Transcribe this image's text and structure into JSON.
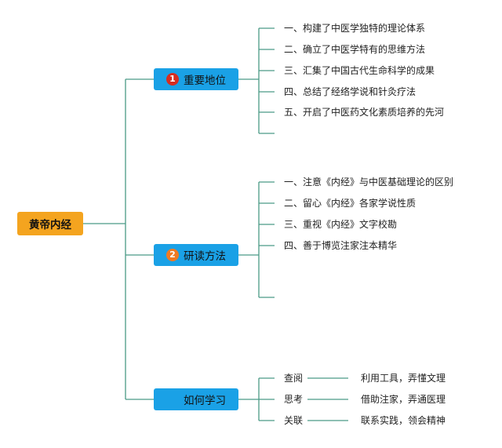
{
  "root": {
    "label": "黄帝内经"
  },
  "branches": [
    {
      "label": "重要地位",
      "badge": "1",
      "items": [
        "一、构建了中医学独特的理论体系",
        "二、确立了中医学特有的思维方法",
        "三、汇集了中国古代生命科学的成果",
        "四、总结了经络学说和针灸疗法",
        "五、开启了中医药文化素质培养的先河"
      ]
    },
    {
      "label": "研读方法",
      "badge": "2",
      "items": [
        "一、注意《内经》与中医基础理论的区别",
        "二、留心《内经》各家学说性质",
        "三、重视《内经》文字校勘",
        "四、善于博览注家注本精华"
      ]
    },
    {
      "label": "如何学习",
      "badge": "",
      "items": [
        {
          "key": "查阅",
          "value": "利用工具，弄懂文理"
        },
        {
          "key": "思考",
          "value": "借助注家，弄通医理"
        },
        {
          "key": "关联",
          "value": "联系实践，领会精神"
        }
      ]
    }
  ],
  "colors": {
    "line": "#4a9a86",
    "root": "#f4a41f",
    "branch": "#1aa1e6",
    "badge_1": "#d62d20",
    "badge_2": "#f07a22"
  }
}
